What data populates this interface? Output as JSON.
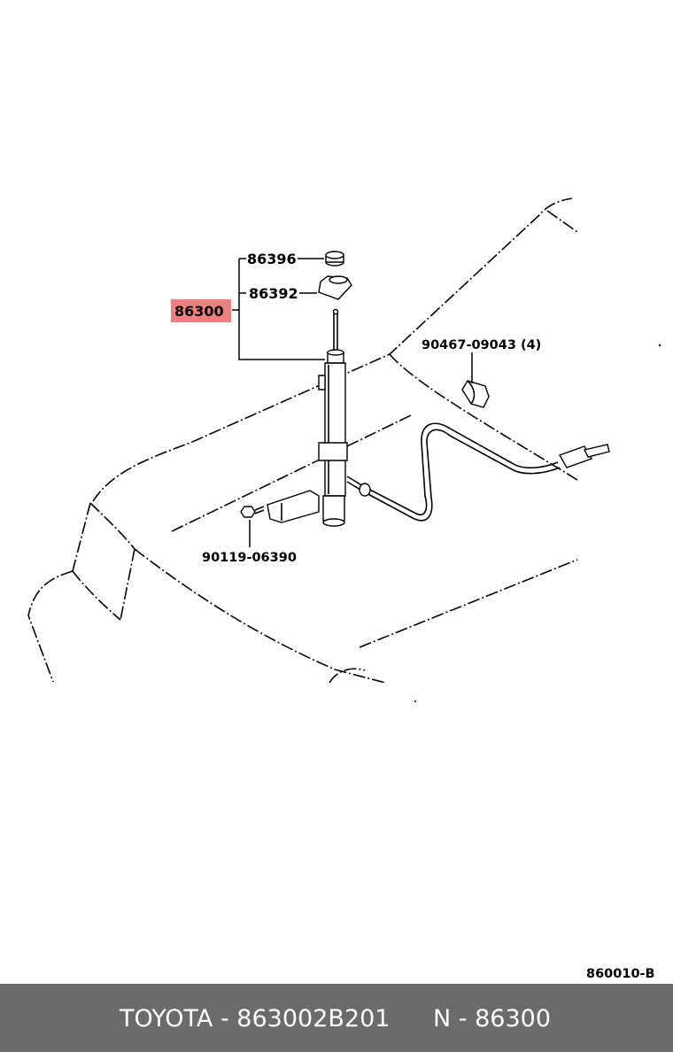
{
  "diagram": {
    "parts": {
      "p86396": "86396",
      "p86392": "86392",
      "p86300": "86300",
      "p90467": "90467-09043 (4)",
      "p90119": "90119-06390"
    },
    "highlight_color": "#f08080",
    "illustration_code": "860010-B"
  },
  "footer": {
    "left_text": "TOYOTA - 863002B201",
    "right_text": "N - 86300",
    "background": "#6b6b6b"
  }
}
